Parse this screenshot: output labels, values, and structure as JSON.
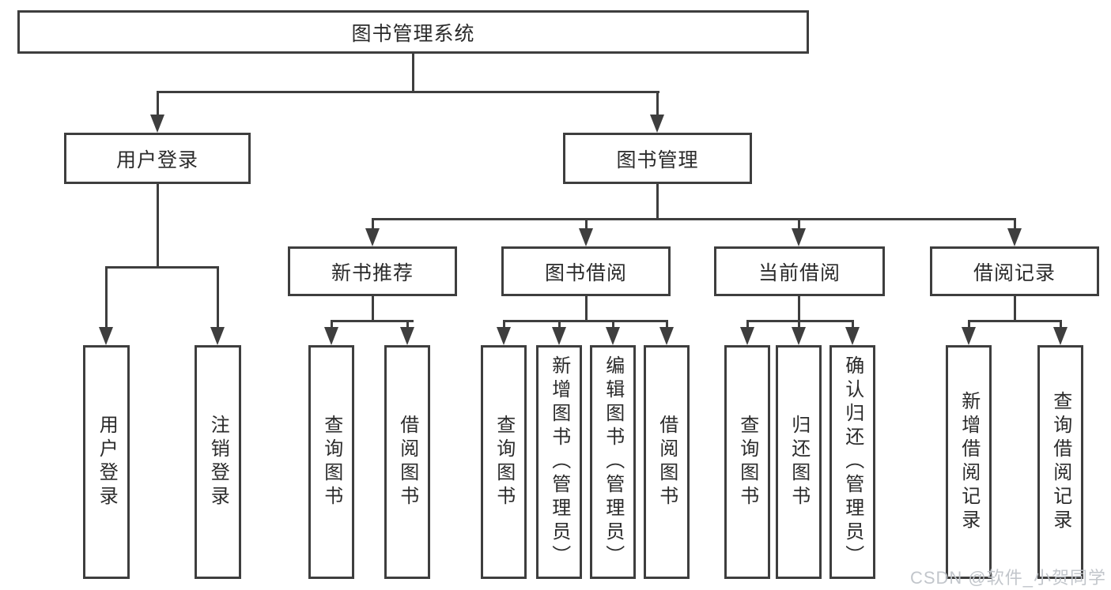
{
  "tree": {
    "root": {
      "label": "图书管理系统"
    },
    "branches": [
      {
        "label": "用户登录",
        "children": [
          {
            "label": "用户登录"
          },
          {
            "label": "注销登录"
          }
        ]
      },
      {
        "label": "图书管理",
        "children": [
          {
            "label": "新书推荐",
            "children": [
              {
                "label": "查询图书"
              },
              {
                "label": "借阅图书"
              }
            ]
          },
          {
            "label": "图书借阅",
            "children": [
              {
                "label": "查询图书"
              },
              {
                "label": "新增图书（管理员）"
              },
              {
                "label": "编辑图书（管理员）"
              },
              {
                "label": "借阅图书"
              }
            ]
          },
          {
            "label": "当前借阅",
            "children": [
              {
                "label": "查询图书"
              },
              {
                "label": "归还图书"
              },
              {
                "label": "确认归还（管理员）"
              }
            ]
          },
          {
            "label": "借阅记录",
            "children": [
              {
                "label": "新增借阅记录"
              },
              {
                "label": "查询借阅记录"
              }
            ]
          }
        ]
      }
    ]
  },
  "colors": {
    "line": "#3e3e3e",
    "text": "#2b2b2b",
    "watermark": "#bfc3c9"
  },
  "watermark": "CSDN @软件_小贺同学"
}
